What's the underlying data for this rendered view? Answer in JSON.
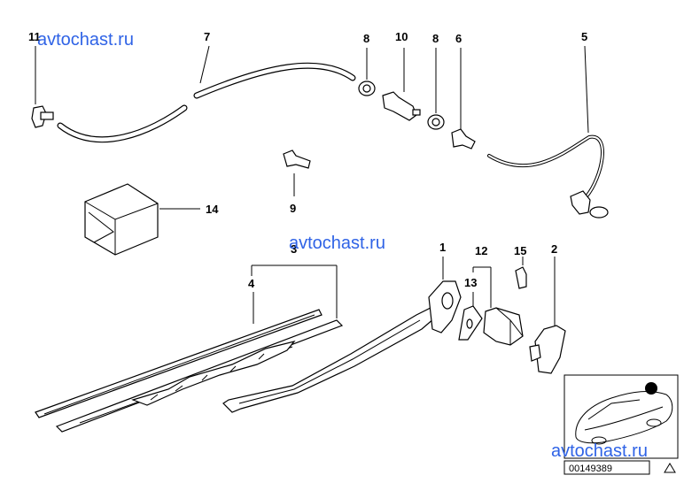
{
  "watermarks": [
    "avtochast.ru",
    "avtochast.ru",
    "avtochast.ru"
  ],
  "part_numbers": {
    "p1": "1",
    "p2": "2",
    "p4": "4",
    "p5": "5",
    "p6": "6",
    "p3": "3",
    "p7": "7",
    "p8a": "8",
    "p8b": "8",
    "p9": "9",
    "p10": "10",
    "p11": "11",
    "p12": "12",
    "p13": "13",
    "p14": "14",
    "p15": "15"
  },
  "diagram_code": "00149389",
  "colors": {
    "watermark": "#2f63e6",
    "line": "#000000"
  }
}
